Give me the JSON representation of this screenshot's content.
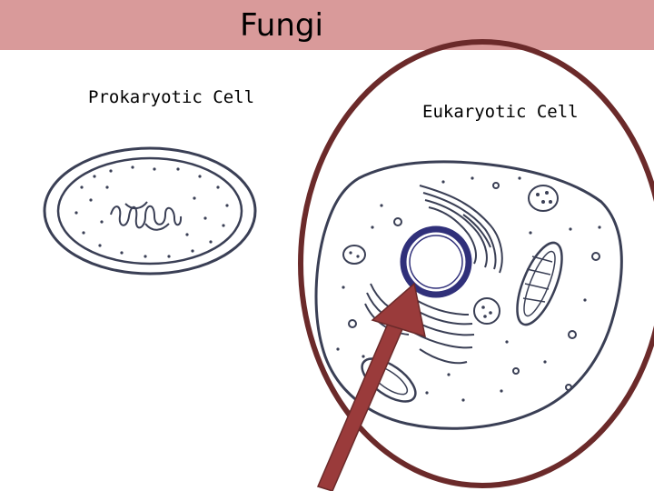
{
  "slide": {
    "title": "Fungi",
    "labels": {
      "prokaryotic": "Prokaryotic Cell",
      "eukaryotic": "Eukaryotic Cell"
    }
  },
  "colors": {
    "title_bar": "#d99a9a",
    "highlight_ring": "#6b2a2a",
    "arrow_fill": "#9a3b3b",
    "nucleus_ring": "#30307a",
    "ink": "#3a3f55"
  }
}
